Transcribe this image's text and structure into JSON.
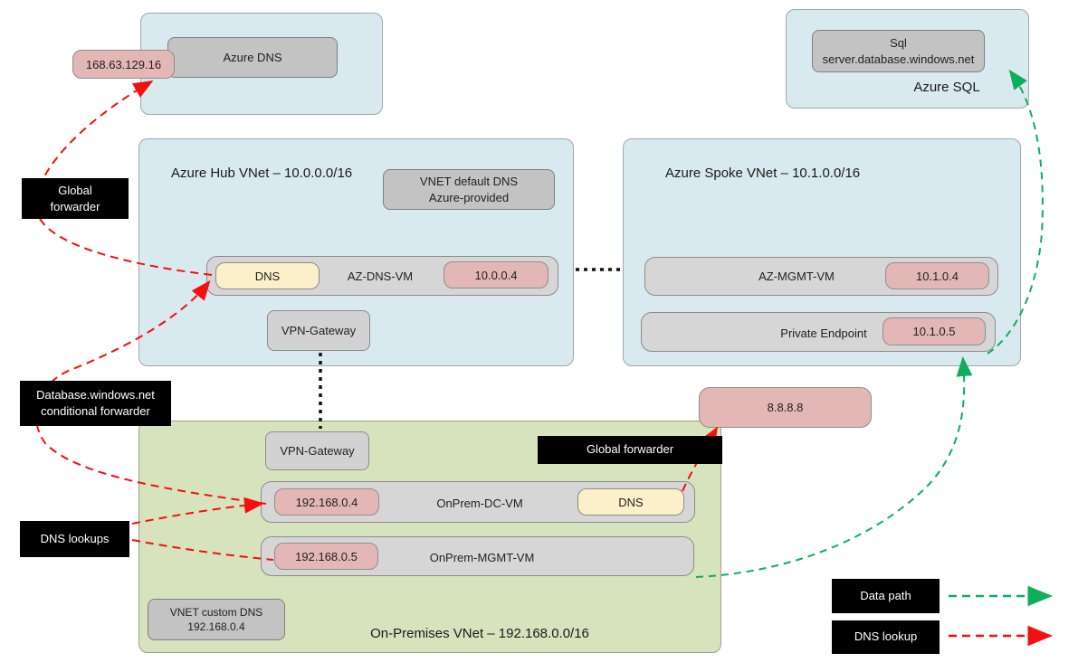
{
  "colors": {
    "vnet_blue": "#D9E9F0",
    "onprem_green": "#D7E3BD",
    "gray_box": "#C3C3C3",
    "row_gray": "#D6D6D6",
    "ip_pink": "#E3B7B5",
    "dns_yellow": "#FBF0CA",
    "dns_lookup_red": "#FF0000",
    "data_path_green": "#10AD5C",
    "annotation_black": "#000000"
  },
  "azure_dns": {
    "service": "Azure DNS",
    "ip": "168.63.129.16"
  },
  "azure_sql": {
    "server": "Sql\nserver.database.windows.net",
    "label": "Azure SQL"
  },
  "hub_vnet": {
    "title": "Azure Hub VNet – 10.0.0.0/16",
    "default_dns": "VNET default DNS\nAzure-provided",
    "dns_badge": "DNS",
    "vm": "AZ-DNS-VM",
    "vm_ip": "10.0.0.4",
    "vpn_gateway": "VPN-Gateway"
  },
  "spoke_vnet": {
    "title": "Azure Spoke VNet – 10.1.0.0/16",
    "mgmt_vm": "AZ-MGMT-VM",
    "mgmt_ip": "10.1.0.4",
    "private_endpoint": "Private Endpoint",
    "private_endpoint_ip": "10.1.0.5"
  },
  "onprem_vnet": {
    "title": "On-Premises VNet – 192.168.0.0/16",
    "vpn_gateway": "VPN-Gateway",
    "dc_vm": "OnPrem-DC-VM",
    "dc_ip": "192.168.0.4",
    "dns_badge": "DNS",
    "mgmt_vm": "OnPrem-MGMT-VM",
    "mgmt_ip": "192.168.0.5",
    "custom_dns": "VNET custom DNS\n192.168.0.4"
  },
  "public_dns": {
    "ip": "8.8.8.8"
  },
  "annotations": {
    "global_forwarder_hub": "Global\nforwarder",
    "conditional_forwarder": "Database.windows.net\nconditional forwarder",
    "dns_lookups": "DNS lookups",
    "global_forwarder_onprem": "Global forwarder"
  },
  "legend": {
    "data_path": "Data path",
    "dns_lookup": "DNS lookup"
  }
}
